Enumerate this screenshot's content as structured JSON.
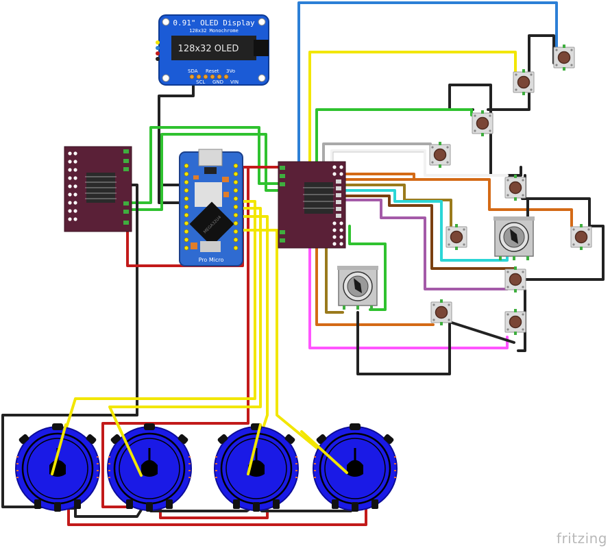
{
  "app": {
    "watermark": "fritzing"
  },
  "oled": {
    "title": "0.91\" OLED Display",
    "subtitle": "128x32 Monochrome",
    "screen_text": "128x32 OLED",
    "pin_labels_top": [
      "SDA",
      "Reset",
      "3Vo"
    ],
    "pin_labels_bottom": [
      "SCL",
      "GND",
      "VIN"
    ]
  },
  "pro_micro": {
    "label": "Pro Micro",
    "chip_label": "MEGA32U4"
  },
  "colors": {
    "wire_black": "#222222",
    "wire_red": "#c21a1a",
    "wire_yellow": "#f2e600",
    "wire_green": "#2fc22f",
    "wire_blue": "#2c7fd6",
    "wire_gray": "#a9a9a9",
    "wire_white": "#f2f2f2",
    "wire_orange": "#d46a16",
    "wire_brown": "#7a3f10",
    "wire_olive": "#9a7a1c",
    "wire_cyan": "#2bd6d6",
    "wire_purple": "#a45aa8",
    "wire_magenta": "#ff55ff",
    "board_purple": "#5a2037",
    "board_blue": "#2f6bd1",
    "encoder_blue": "#1a1ae6",
    "oled_blue": "#1b5bd6"
  },
  "icons": [
    "oled-display",
    "pro-micro-board",
    "multiplexer-breakout",
    "io-expander-breakout",
    "tactile-button",
    "rotary-potentiometer",
    "rotary-encoder",
    "usb-connector"
  ]
}
